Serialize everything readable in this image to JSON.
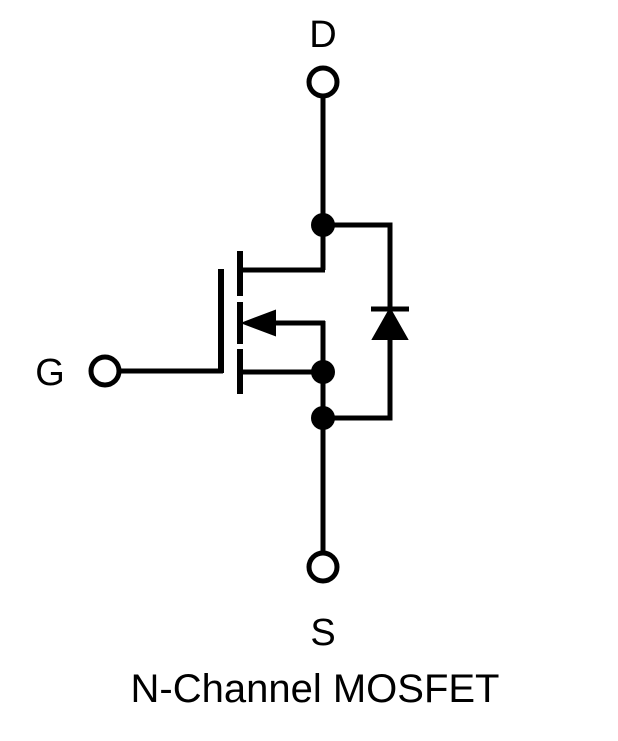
{
  "pins": {
    "drain": "D",
    "gate": "G",
    "source": "S"
  },
  "caption": "N-Channel MOSFET",
  "colors": {
    "ink": "#000000",
    "background": "#ffffff"
  }
}
